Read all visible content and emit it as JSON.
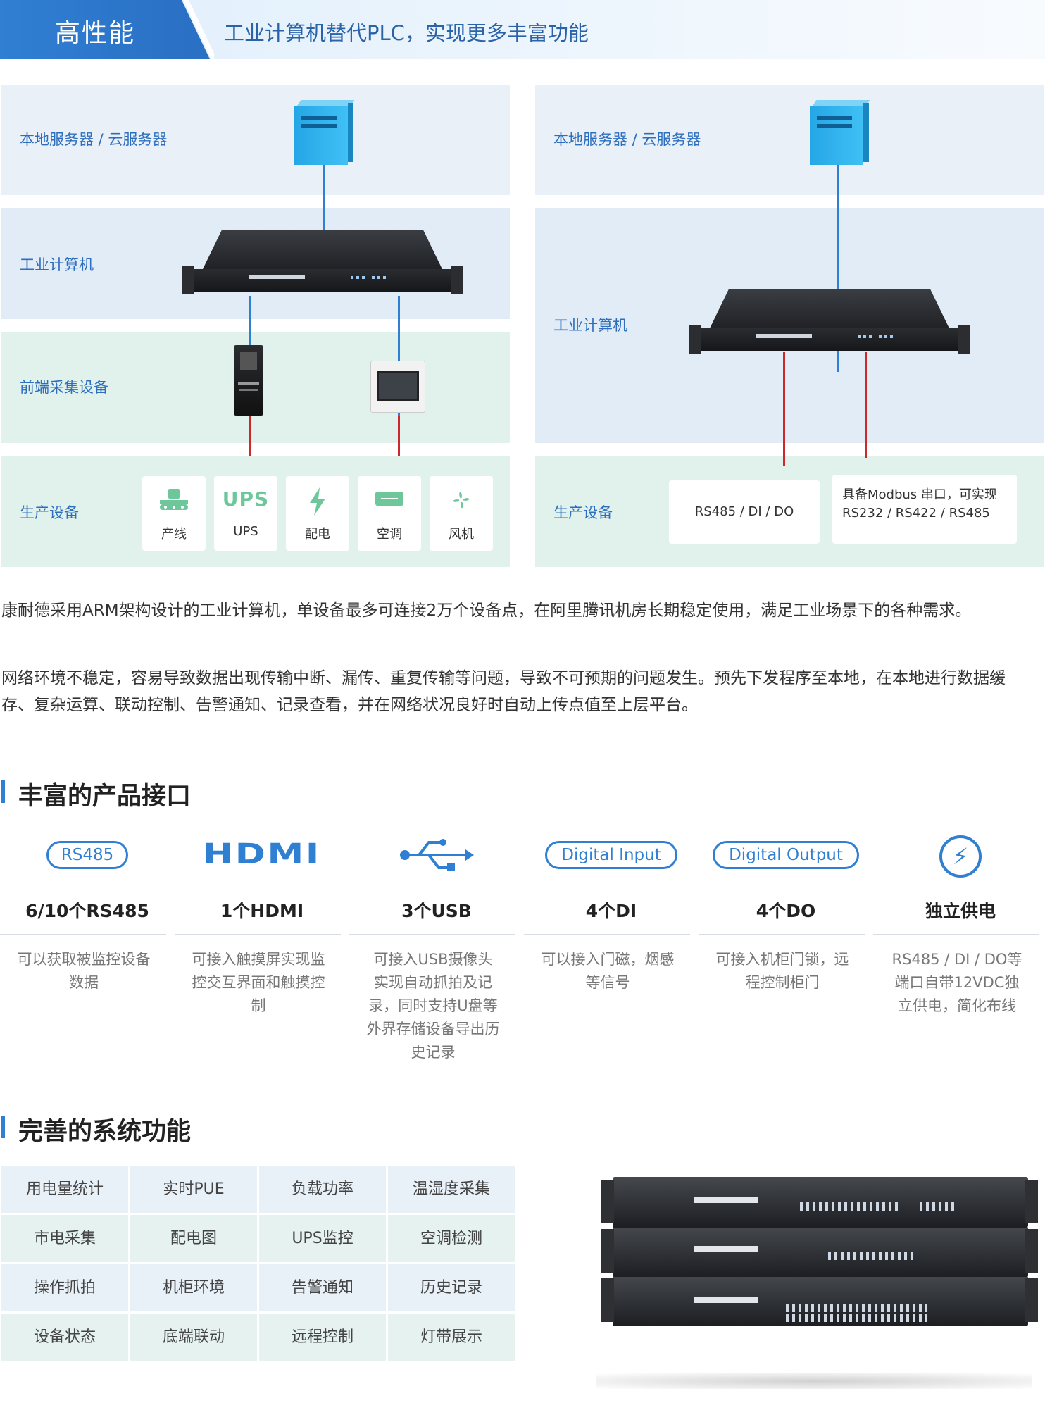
{
  "banner": {
    "title": "高性能",
    "subtitle": "工业计算机替代PLC，实现更多丰富功能"
  },
  "diagram_left": {
    "server_label": "本地服务器 / 云服务器",
    "computer_label": "工业计算机",
    "collector_label": "前端采集设备",
    "production_label": "生产设备",
    "equipment": [
      {
        "label": "产线",
        "icon": "conveyor-icon"
      },
      {
        "label": "UPS",
        "icon": "ups-icon",
        "icon_text": "UPS"
      },
      {
        "label": "配电",
        "icon": "lightning-icon"
      },
      {
        "label": "空调",
        "icon": "air-conditioner-icon"
      },
      {
        "label": "风机",
        "icon": "fan-icon"
      }
    ]
  },
  "diagram_right": {
    "server_label": "本地服务器 / 云服务器",
    "computer_label": "工业计算机",
    "production_label": "生产设备",
    "card1": "RS485 / DI / DO",
    "card2_line1": "具备Modbus 串口，可实现",
    "card2_line2": "RS232 / RS422 / RS485"
  },
  "paragraphs": {
    "p1": "康耐德采用ARM架构设计的工业计算机，单设备最多可连接2万个设备点，在阿里腾讯机房长期稳定使用，满足工业场景下的各种需求。",
    "p2": "网络环境不稳定，容易导致数据出现传输中断、漏传、重复传输等问题，导致不可预期的问题发生。预先下发程序至本地，在本地进行数据缓存、复杂运算、联动控制、告警通知、记录查看，并在网络状况良好时自动上传点值至上层平台。"
  },
  "interfaces_section": {
    "title": "丰富的产品接口",
    "items": [
      {
        "icon_text": "RS485",
        "icon": "rs485-icon",
        "name": "6/10个RS485",
        "desc": "可以获取被监控设备数据"
      },
      {
        "icon_text": "HDMI",
        "icon": "hdmi-icon",
        "name": "1个HDMI",
        "desc": "可接入触摸屏实现监控交互界面和触摸控制"
      },
      {
        "icon_text": "",
        "icon": "usb-icon",
        "name": "3个USB",
        "desc": "可接入USB摄像头实现自动抓拍及记录，同时支持U盘等外界存储设备导出历史记录"
      },
      {
        "icon_text": "Digital Input",
        "icon": "digital-input-icon",
        "name": "4个DI",
        "desc": "可以接入门磁，烟感等信号"
      },
      {
        "icon_text": "Digital Output",
        "icon": "digital-output-icon",
        "name": "4个DO",
        "desc": "可接入机柜门锁，远程控制柜门"
      },
      {
        "icon_text": "",
        "icon": "power-icon",
        "name": "独立供电",
        "desc": "RS485 / DI / DO等端口自带12VDC独立供电，简化布线"
      }
    ]
  },
  "functions_section": {
    "title": "完善的系统功能",
    "rows": [
      [
        "用电量统计",
        "实时PUE",
        "负载功率",
        "温湿度采集"
      ],
      [
        "市电采集",
        "配电图",
        "UPS监控",
        "空调检测"
      ],
      [
        "操作抓拍",
        "机柜环境",
        "告警通知",
        "历史记录"
      ],
      [
        "设备状态",
        "底端联动",
        "远程控制",
        "灯带展示"
      ]
    ]
  },
  "colors": {
    "accent": "#2f7fd3",
    "connector_blue": "#2f7fd3",
    "connector_red": "#cc2a2a",
    "equipment_green": "#6dc79b"
  }
}
